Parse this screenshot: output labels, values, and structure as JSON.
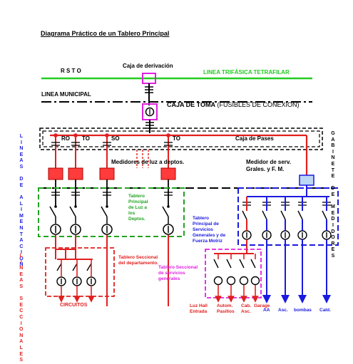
{
  "title": "Diagrama Práctico de un Tablero Principal",
  "labels": {
    "rsto": "R S T O",
    "caja_derivacion": "Caja de derivación",
    "linea_trifasica": "LINEA TRIFÁSICA TETRAFILAR",
    "linea_municipal": "LINEA MUNICIPAL",
    "caja_toma": "CAJA DE TOMA",
    "caja_toma_note": "(FUSIBLES DE CONEXION)",
    "ro": "RO",
    "to1": "TO",
    "so": "SO",
    "to2": "TO",
    "caja_pases": "Caja de Pases",
    "medidores_luz": "Medidores de luz a deptos.",
    "medidor_serv_1": "Medidor de serv.",
    "medidor_serv_2": "Grales. y F. M.",
    "tablero_principal_luz": [
      "Tablero",
      "Principal",
      "de Luz a",
      "los",
      "Deptos."
    ],
    "tablero_servicios": [
      "Tablero",
      "Principal de",
      "Servicios",
      "Generales y de",
      "Fuerza Motriz"
    ],
    "tablero_seccional_depto": [
      "Tablero Seccional",
      "del departamento."
    ],
    "tablero_seccional_servicios": [
      "Tablero Seccional",
      "de servicios",
      "generales"
    ],
    "circuitos": "CIRCUITOS",
    "bottom": [
      {
        "l1": "Luz Hall",
        "l2": "Entrada"
      },
      {
        "l1": "Autom.",
        "l2": "Pasillos"
      },
      {
        "l1": "Cab.",
        "l2": "Asc."
      },
      {
        "l1": "Garage",
        "l2": ""
      },
      {
        "l1": "AA",
        "l2": ""
      },
      {
        "l1": "Asc.",
        "l2": ""
      },
      {
        "l1": "bombas",
        "l2": ""
      },
      {
        "l1": "Cald.",
        "l2": ""
      }
    ],
    "left_vertical": "LINEAS DE ALIMENTACION",
    "left_vertical2": "LINEAS SECCIONALES",
    "right_vertical": "GABINETE DE MEDIDORES"
  },
  "colors": {
    "line_green": "#22cc22",
    "red": "#e0201f",
    "blue": "#1a1ae0",
    "magenta": "#e020e0",
    "meter_fill": "#ff3b3b",
    "service_meter_fill": "#bcd6f5"
  }
}
